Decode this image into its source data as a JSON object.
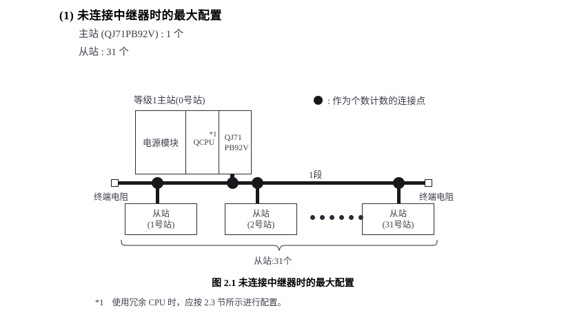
{
  "heading": "(1) 未连接中继器时的最大配置",
  "spec": {
    "master": "主站 (QJ71PB92V) : 1 个",
    "slave": "从站 : 31 个"
  },
  "legend": {
    "symbol": "filled-circle",
    "text": ": 作为个数计数的连接点"
  },
  "diagram": {
    "master_label": "等级1主站(0号站)",
    "master_module": {
      "power_supply": "电源模块",
      "cpu": "QCPU",
      "cpu_footnote_mark": "*1",
      "network_line1": "QJ71",
      "network_line2": "PB92V"
    },
    "segment_label": "1段",
    "terminator_left": "终端电阻",
    "terminator_right": "终端电阻",
    "slaves": [
      {
        "title": "从站",
        "station": "(1号站)"
      },
      {
        "title": "从站",
        "station": "(2号站)"
      },
      {
        "title": "从站",
        "station": "(31号站)"
      }
    ],
    "ellipsis_dot_count": 6,
    "brace_label": "从站:31个"
  },
  "figure_caption": "图 2.1  未连接中继器时的最大配置",
  "footnote": {
    "mark": "*1",
    "text": "使用冗余 CPU 时，应按 2.3 节所示进行配置。"
  },
  "colors": {
    "ink": "#18181c",
    "text": "#3c3c4a",
    "heading": "#000000",
    "paper": "#ffffff"
  }
}
